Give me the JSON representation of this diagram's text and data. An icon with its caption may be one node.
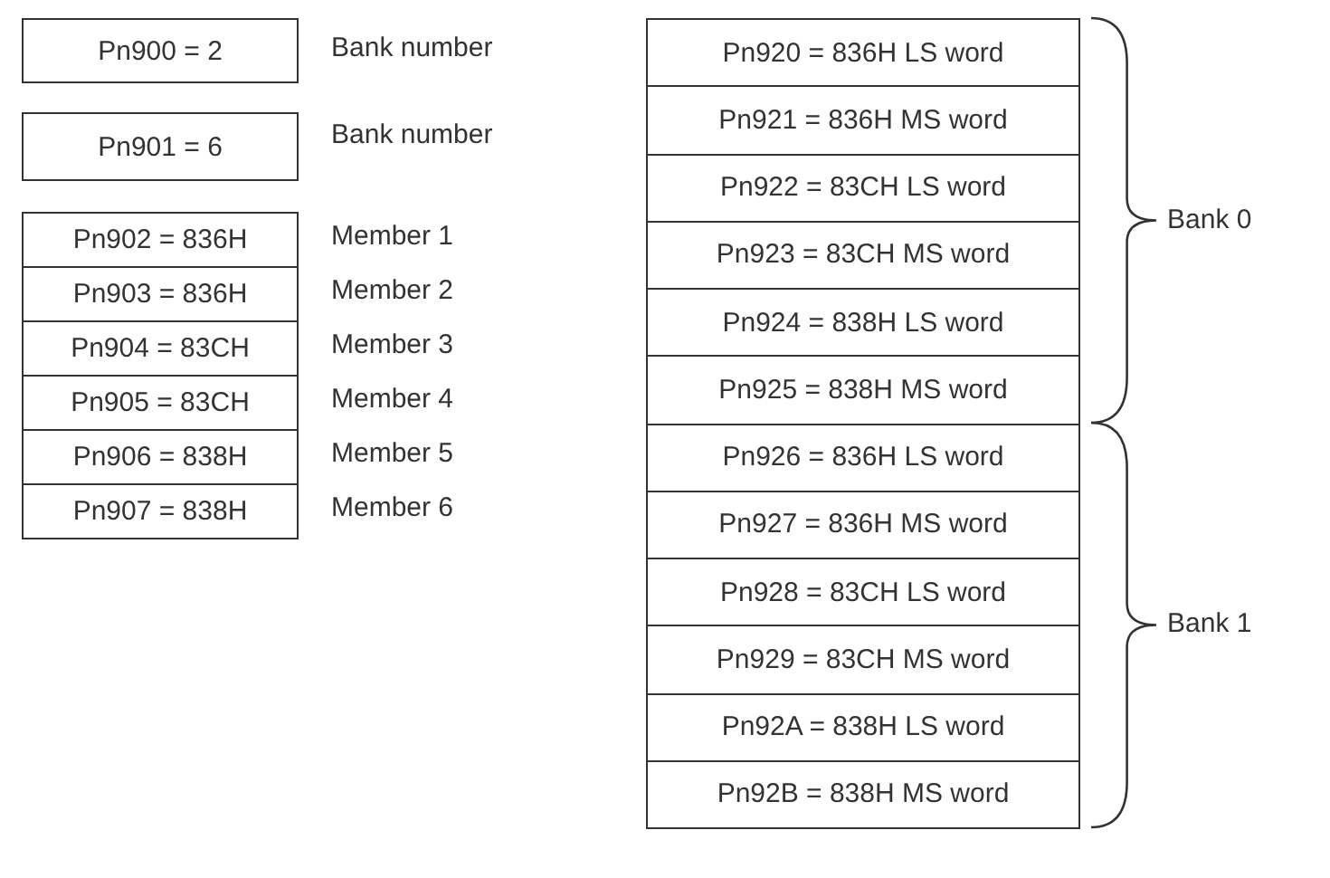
{
  "diagram": {
    "nodes": [
      {
        "text": [
          "Pn900 = 2"
        ],
        "beside": [
          "Bank number"
        ]
      },
      {
        "text": [
          "Pn901 = 6"
        ],
        "beside": [
          "Bank number"
        ]
      },
      {
        "text": [
          "Pn902 = 836H"
        ],
        "beside": [
          "Member 1"
        ]
      },
      {
        "text": [
          "Pn903 = 836H"
        ],
        "beside": [
          "Member 2"
        ]
      },
      {
        "text": [
          "Pn904 = 83CH"
        ],
        "beside": [
          "Member 3"
        ]
      },
      {
        "text": [
          "Pn905 = 83CH"
        ],
        "beside": [
          "Member 4"
        ]
      },
      {
        "text": [
          "Pn906 = 838H"
        ],
        "beside": [
          "Member 5"
        ]
      },
      {
        "text": [
          "Pn907 = 838H"
        ],
        "beside": [
          "Member 6"
        ]
      },
      {
        "text": [
          "Pn920 = 836H LS word"
        ]
      },
      {
        "text": [
          "Pn921 = 836H MS word"
        ]
      },
      {
        "text": [
          "Pn922 = 83CH LS word"
        ]
      },
      {
        "text": [
          "Pn923 = 83CH MS word"
        ]
      },
      {
        "text": [
          "Pn924 = 838H LS word"
        ]
      },
      {
        "text": [
          "Pn925 = 838H MS word"
        ]
      },
      {
        "text": [
          "Pn926 = 836H LS word"
        ]
      },
      {
        "text": [
          "Pn927 = 836H MS word"
        ]
      },
      {
        "text": [
          "Pn928 = 83CH LS word"
        ]
      },
      {
        "text": [
          "Pn929 = 83CH MS word"
        ]
      },
      {
        "text": [
          "Pn92A = 838H LS word"
        ]
      },
      {
        "text": [
          "Pn92B = 838H MS word"
        ]
      }
    ],
    "edges": [],
    "labels": [
      "Bank 0",
      "Bank 1"
    ]
  }
}
